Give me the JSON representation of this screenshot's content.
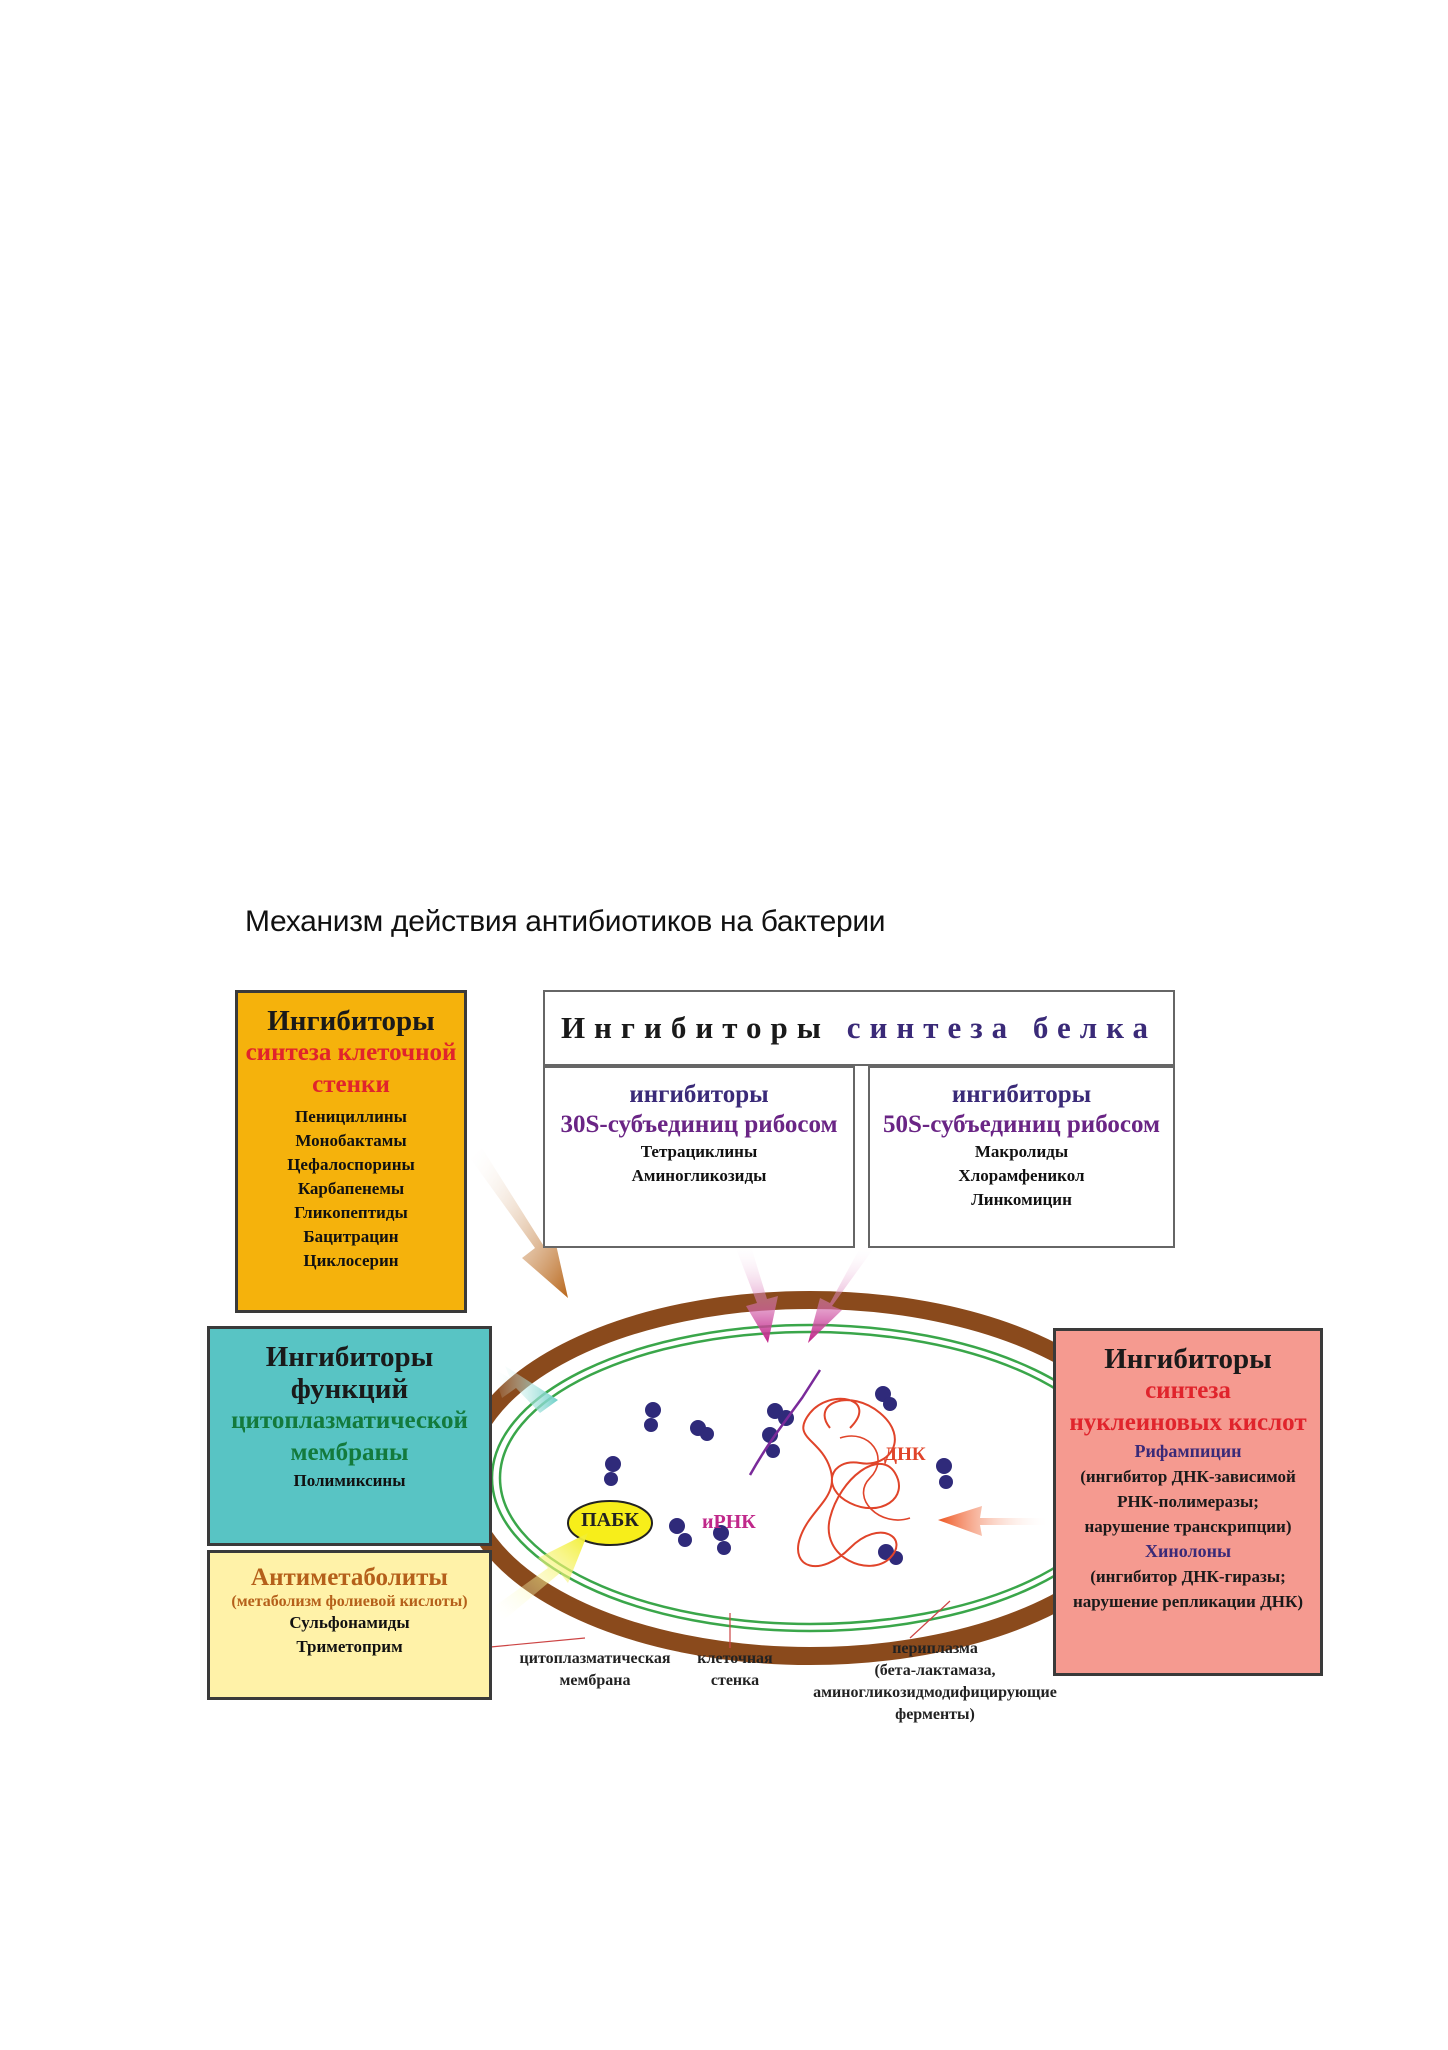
{
  "title": "Механизм действия антибиотиков на бактерии",
  "cell_wall_box": {
    "heading": "Ингибиторы",
    "sub1": "синтеза клеточной",
    "sub2": "стенки",
    "items": [
      "Пенициллины",
      "Монобактамы",
      "Цефалоспорины",
      "Карбапенемы",
      "Гликопептиды",
      "Бацитрацин",
      "Циклосерин"
    ]
  },
  "membrane_box": {
    "heading1": "Ингибиторы",
    "heading2": "функций",
    "sub1": "цитоплазматической",
    "sub2": "мембраны",
    "items": [
      "Полимиксины"
    ]
  },
  "antimetabolite_box": {
    "heading": "Антиметаболиты",
    "note": "(метаболизм фолиевой кислоты)",
    "items": [
      "Сульфонамиды",
      "Триметоприм"
    ]
  },
  "protein_box": {
    "heading_a": "Ингибиторы",
    "heading_b": "синтеза белка",
    "s30": {
      "line1": "ингибиторы",
      "line2": "30S-субъединиц рибосом",
      "items": [
        "Тетрациклины",
        "Аминогликозиды"
      ]
    },
    "s50": {
      "line1": "ингибиторы",
      "line2": "50S-субъединиц рибосом",
      "items": [
        "Макролиды",
        "Хлорамфеникол",
        "Линкомицин"
      ]
    }
  },
  "nucleic_box": {
    "heading": "Ингибиторы",
    "sub1": "синтеза",
    "sub2": "нуклеиновых кислот",
    "drug1": "Рифампицин",
    "drug1_notes": [
      "(ингибитор ДНК-зависимой",
      "РНК-полимеразы;",
      "нарушение транскрипции)"
    ],
    "drug2": "Хинолоны",
    "drug2_notes": [
      "(ингибитор ДНК-гиразы;",
      "нарушение репликации ДНК)"
    ]
  },
  "cell_labels": {
    "pabk": "ПАБК",
    "mrna": "иРНК",
    "dna": "ДНК"
  },
  "bottom_labels": {
    "membrane": [
      "цитоплазматическая",
      "мембрана"
    ],
    "wall": [
      "клеточная",
      "стенка"
    ],
    "periplasm": [
      "периплазма",
      "(бета-лактамаза,",
      "аминогликозидмодифицирующие",
      "ферменты)"
    ]
  },
  "colors": {
    "cell_wall": "#8a4a1c",
    "membrane_lines": "#3aa64a",
    "ribosome": "#2f2a7a",
    "dna": "#e0442a",
    "arrow_orange": "#b8661a",
    "arrow_teal": "#6fd0c8",
    "arrow_yellow": "#f2ee2a",
    "arrow_magenta": "#c01e86",
    "arrow_red": "#ee5520"
  }
}
